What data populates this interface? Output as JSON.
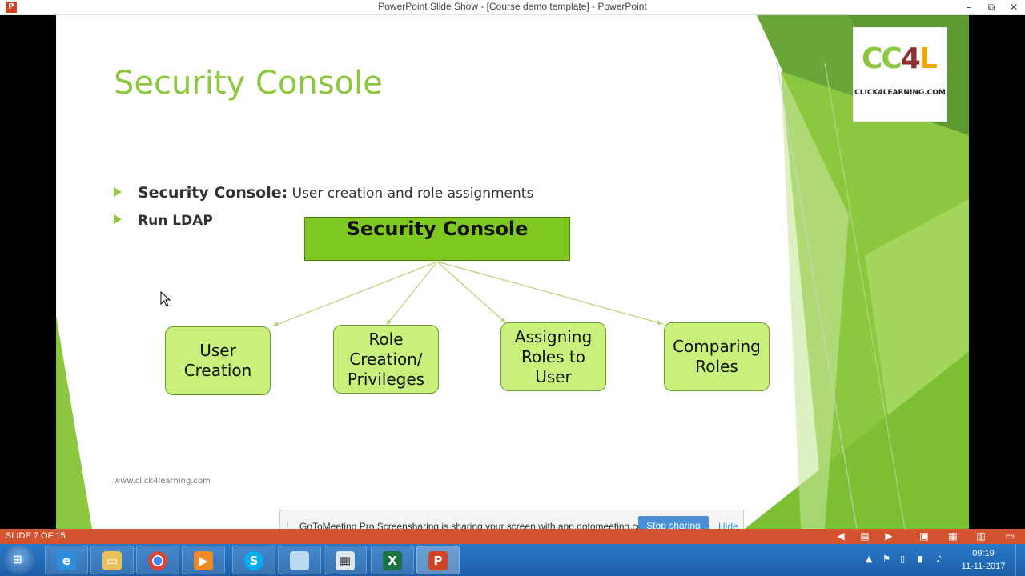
{
  "window": {
    "title": "PowerPoint Slide Show - [Course demo template] - PowerPoint",
    "app_icon": "P",
    "minimize": "–",
    "restore": "⧉",
    "close": "✕"
  },
  "slide": {
    "title": "Security Console",
    "bullets": [
      {
        "bold": "Security Console:",
        "text": " User creation and role assignments"
      },
      {
        "bold": "Run LDAP",
        "text": ""
      }
    ],
    "logo": {
      "mark_c": "C",
      "mark_4": "4",
      "mark_l": "L",
      "text": "CLICK4LEARNING.COM"
    },
    "diagram": {
      "root": "Security Console",
      "children": [
        "User\nCreation",
        "Role\nCreation/\nPrivileges",
        "Assigning\nRoles to\nUser",
        "Comparing\nRoles"
      ]
    },
    "footer_url": "www.click4learning.com"
  },
  "share_bar": {
    "grip": "⁞",
    "message": "GoToMeeting Pro Screensharing is sharing your screen with app.gotomeeting.com.",
    "stop_label": "Stop sharing",
    "hide_label": "Hide"
  },
  "statusbar": {
    "slide_counter": "SLIDE 7 OF 15",
    "icons": [
      "previous-icon",
      "slide-menu-icon",
      "next-icon",
      "normal-view-icon",
      "slide-sorter-icon",
      "reading-view-icon",
      "slide-show-icon"
    ]
  },
  "taskbar": {
    "apps": [
      "internet-explorer-icon",
      "file-explorer-icon",
      "chrome-icon",
      "media-player-icon",
      "skype-icon",
      "notepad-icon",
      "calculator-icon",
      "excel-icon",
      "powerpoint-icon"
    ],
    "clock_time": "09:19",
    "clock_date": "11-11-2017"
  },
  "colors": {
    "accent_green": "#8dc63f",
    "statusbar": "#d35230",
    "taskbar": "#1d5fa8"
  }
}
